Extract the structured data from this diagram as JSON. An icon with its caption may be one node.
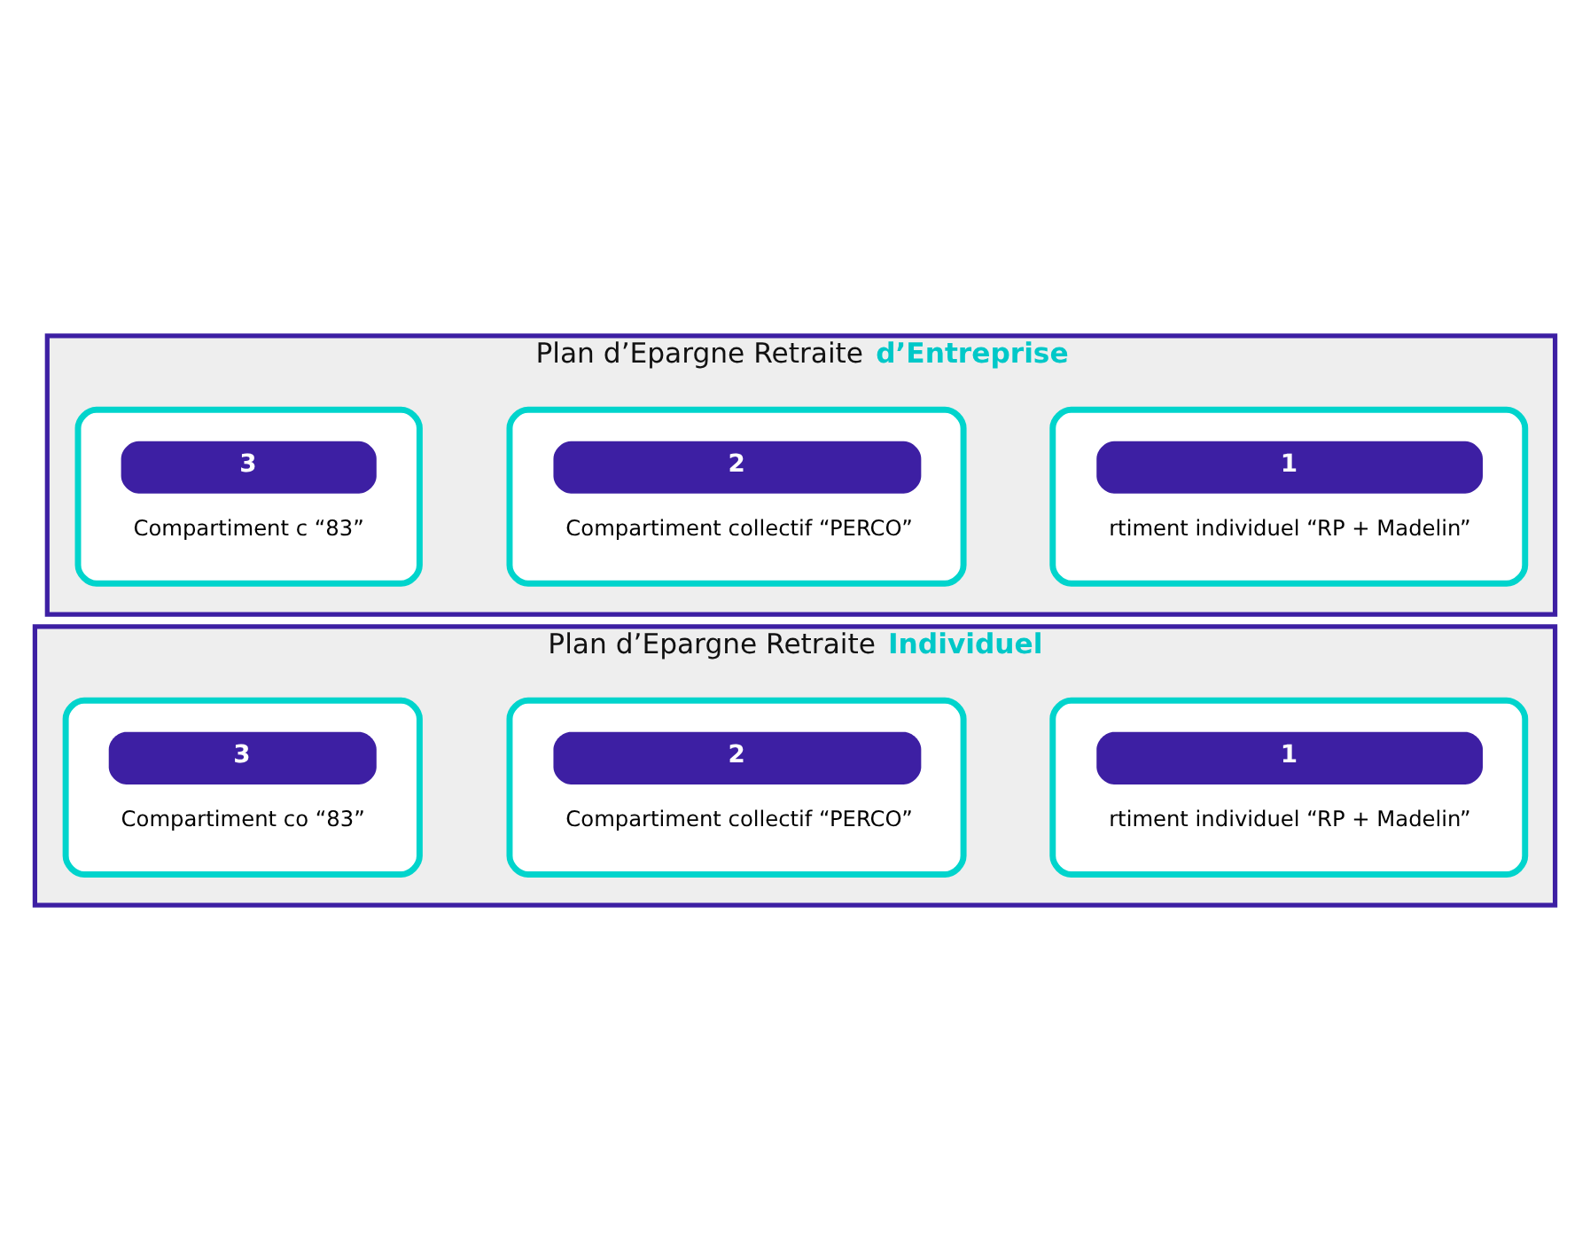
{
  "diagram": {
    "nodes": [
      {
        "text": [
          "Plan d’Epargne Retraite",
          "d’Entreprise"
        ]
      },
      {
        "text": [
          "1",
          "rtiment individuel “RP + Madelin”"
        ],
        "in": 0
      },
      {
        "text": [
          "2",
          "Compartiment collectif “PERCO”"
        ],
        "in": 0
      },
      {
        "text": [
          "3",
          "Compartiment c “83”"
        ],
        "in": 0
      },
      {
        "text": [
          "Plan d’Epargne Retraite",
          "Individuel"
        ]
      },
      {
        "text": [
          "1",
          "rtiment individuel “RP + Madelin”"
        ],
        "in": 4
      },
      {
        "text": [
          "2",
          "Compartiment collectif “PERCO”"
        ],
        "in": 4
      },
      {
        "text": [
          "3",
          "Compartiment co “83”"
        ],
        "in": 4
      }
    ]
  }
}
